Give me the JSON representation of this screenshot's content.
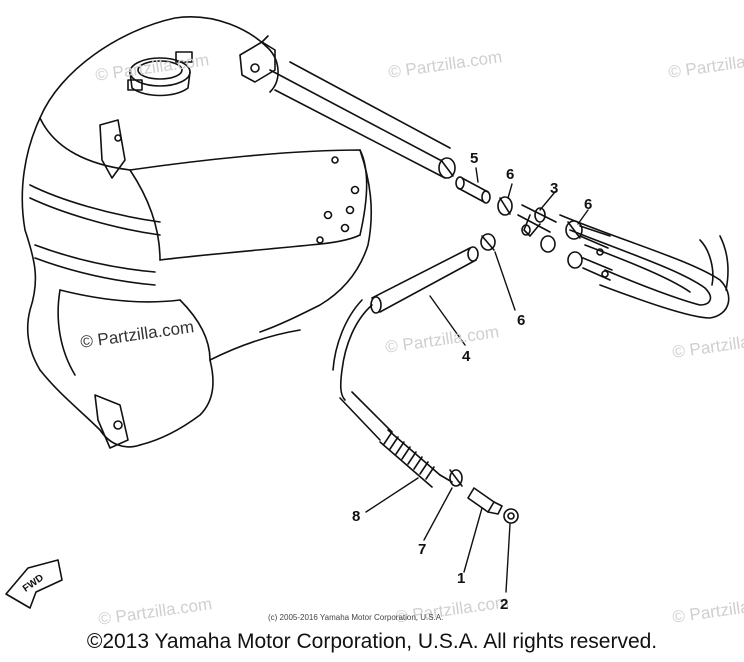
{
  "watermark": "© Partzilla.com",
  "fwd_label": "FWD",
  "callouts": {
    "c1": "1",
    "c2": "2",
    "c3": "3",
    "c4": "4",
    "c5": "5",
    "c6a": "6",
    "c6b": "6",
    "c6c": "6",
    "c7": "7",
    "c8": "8"
  },
  "small_copyright": "(c) 2005-2016 Yamaha Motor Corporation, U.S.A.",
  "footer_copyright": "©2013 Yamaha Motor Corporation, U.S.A. All rights reserved."
}
